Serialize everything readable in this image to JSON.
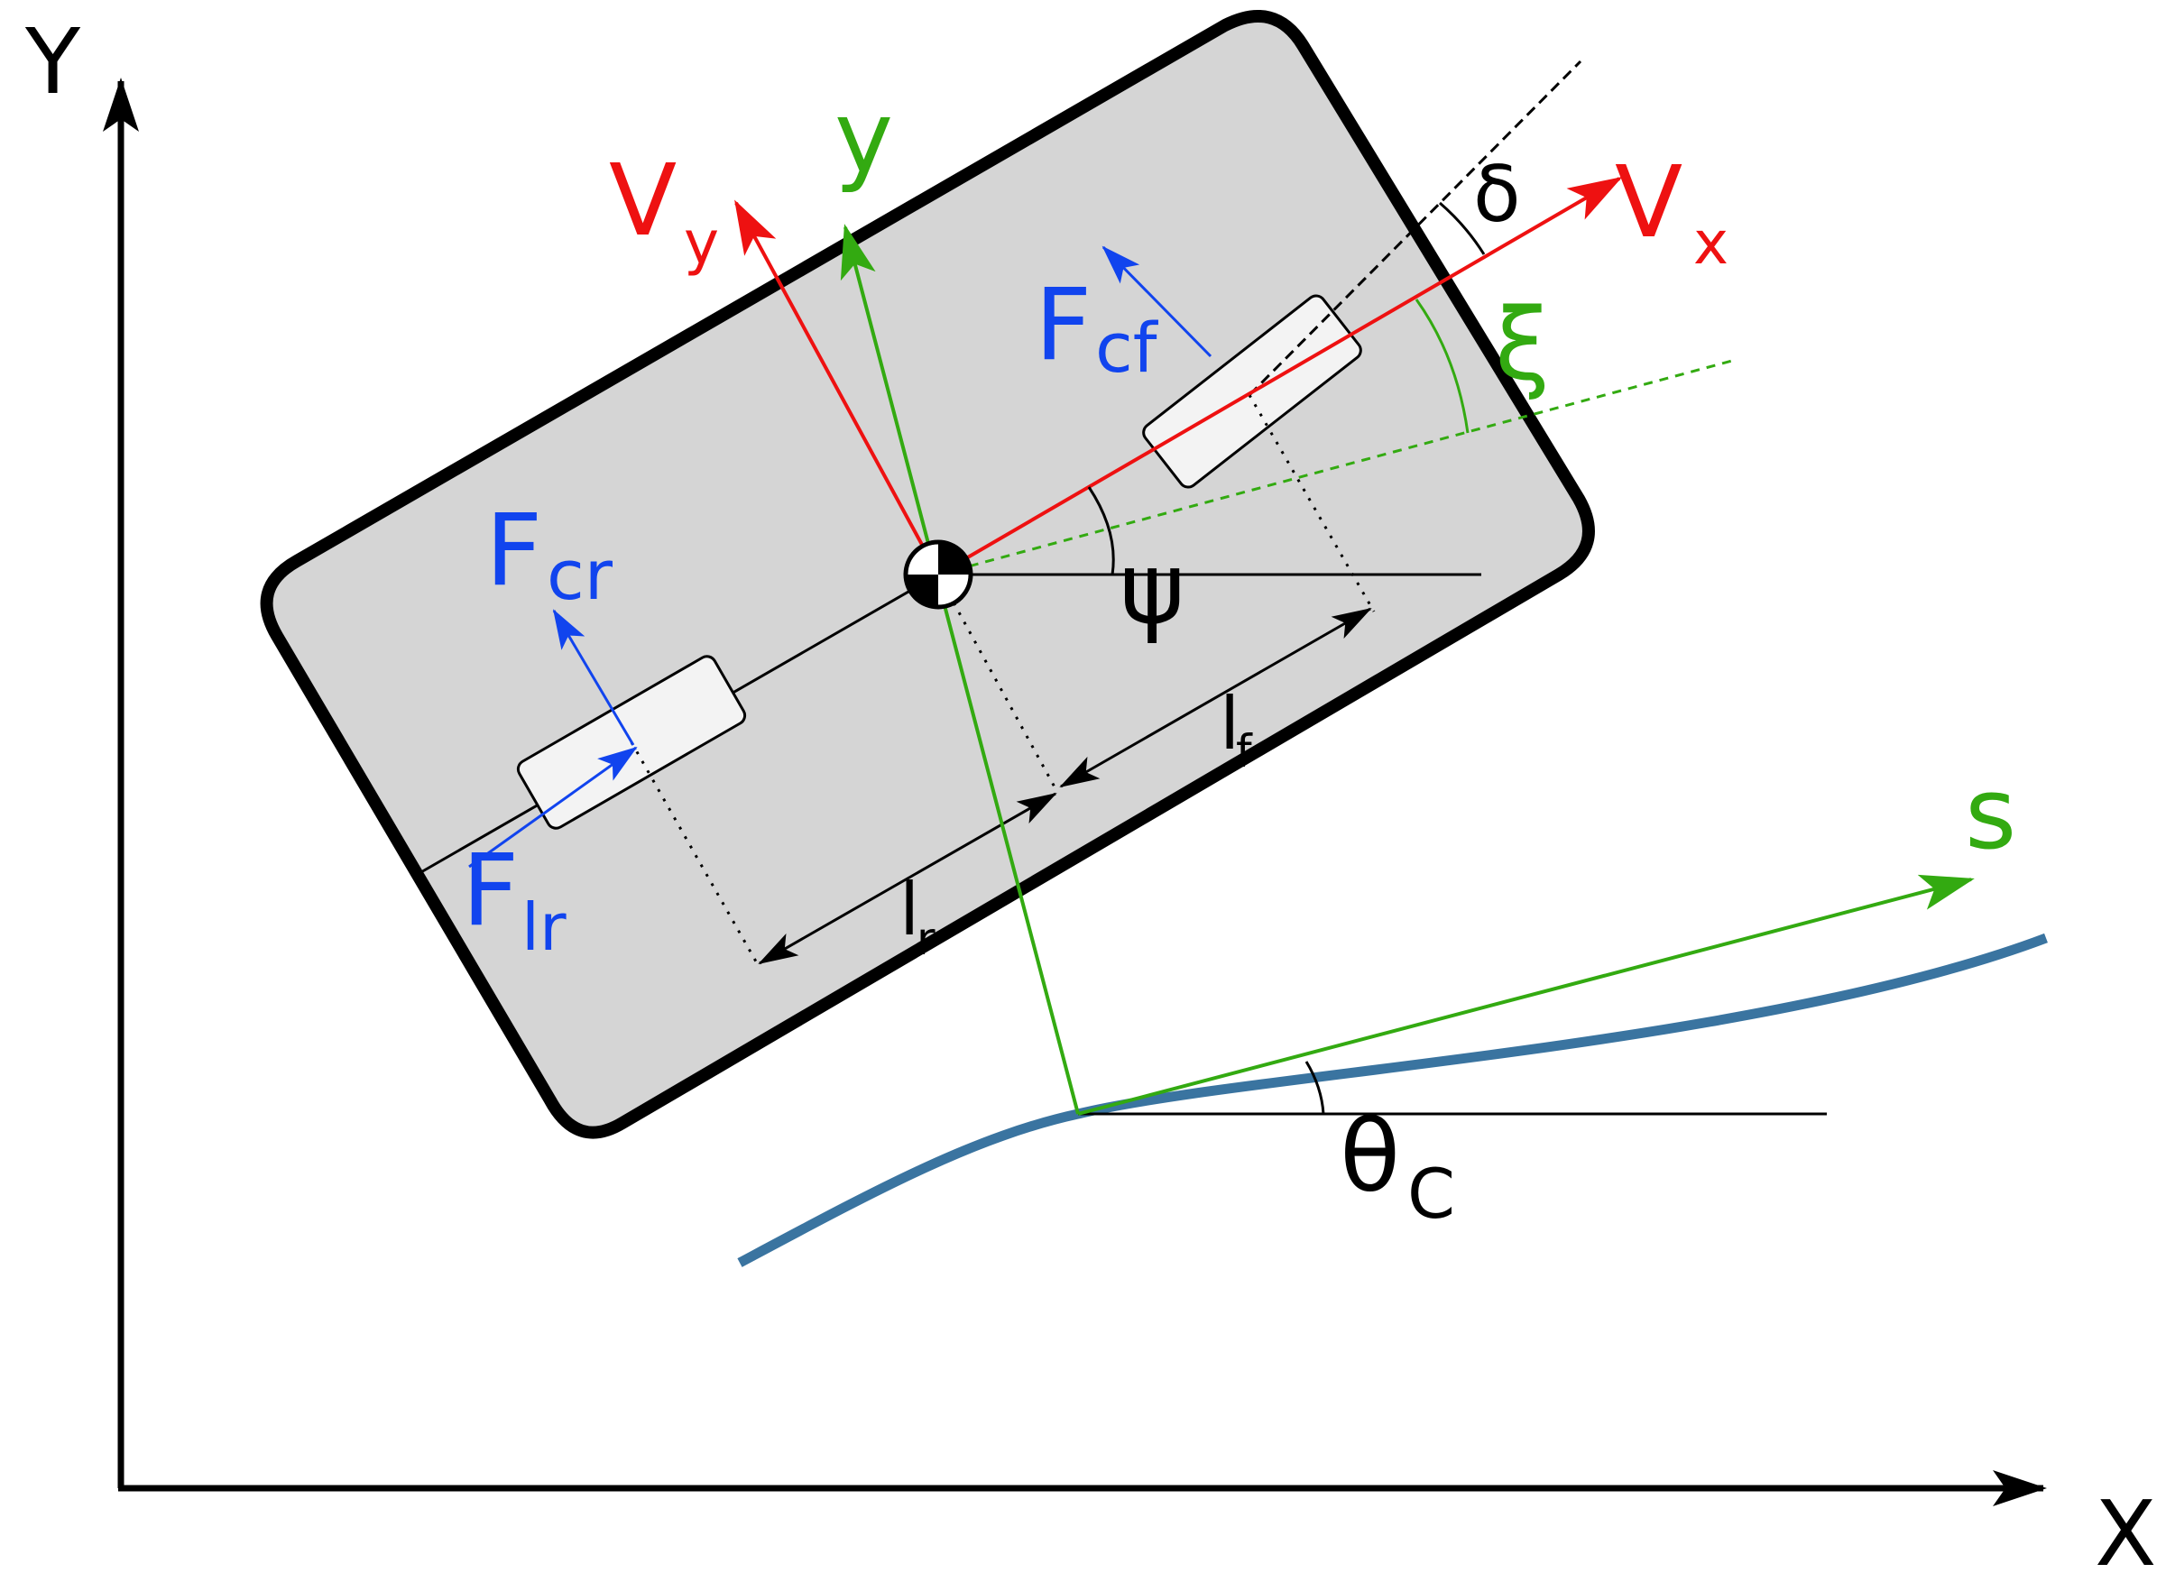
{
  "colors": {
    "black": "#000000",
    "red": "#ee1111",
    "green": "#33aa11",
    "blue": "#1144ee",
    "path": "#3a74a0",
    "body_fill": "#d5d5d5",
    "wheel_fill": "#f3f3f3"
  },
  "labels": {
    "axis_x": "X",
    "axis_y": "Y",
    "vx_main": "V",
    "vx_sub": "x",
    "vy_main": "V",
    "vy_sub": "y",
    "y_local": "y",
    "delta": "δ",
    "xi": "ξ",
    "psi": "ψ",
    "fcf_main": "F",
    "fcf_sub": "cf",
    "fcr_main": "F",
    "fcr_sub": "cr",
    "flr_main": "F",
    "flr_sub": "lr",
    "lf_main": "l",
    "lf_sub": "f",
    "lr_main": "l",
    "lr_sub": "r",
    "s": "s",
    "theta_main": "θ",
    "theta_sub": "C"
  },
  "icons": {
    "center_of_mass": "center-of-mass-icon"
  }
}
